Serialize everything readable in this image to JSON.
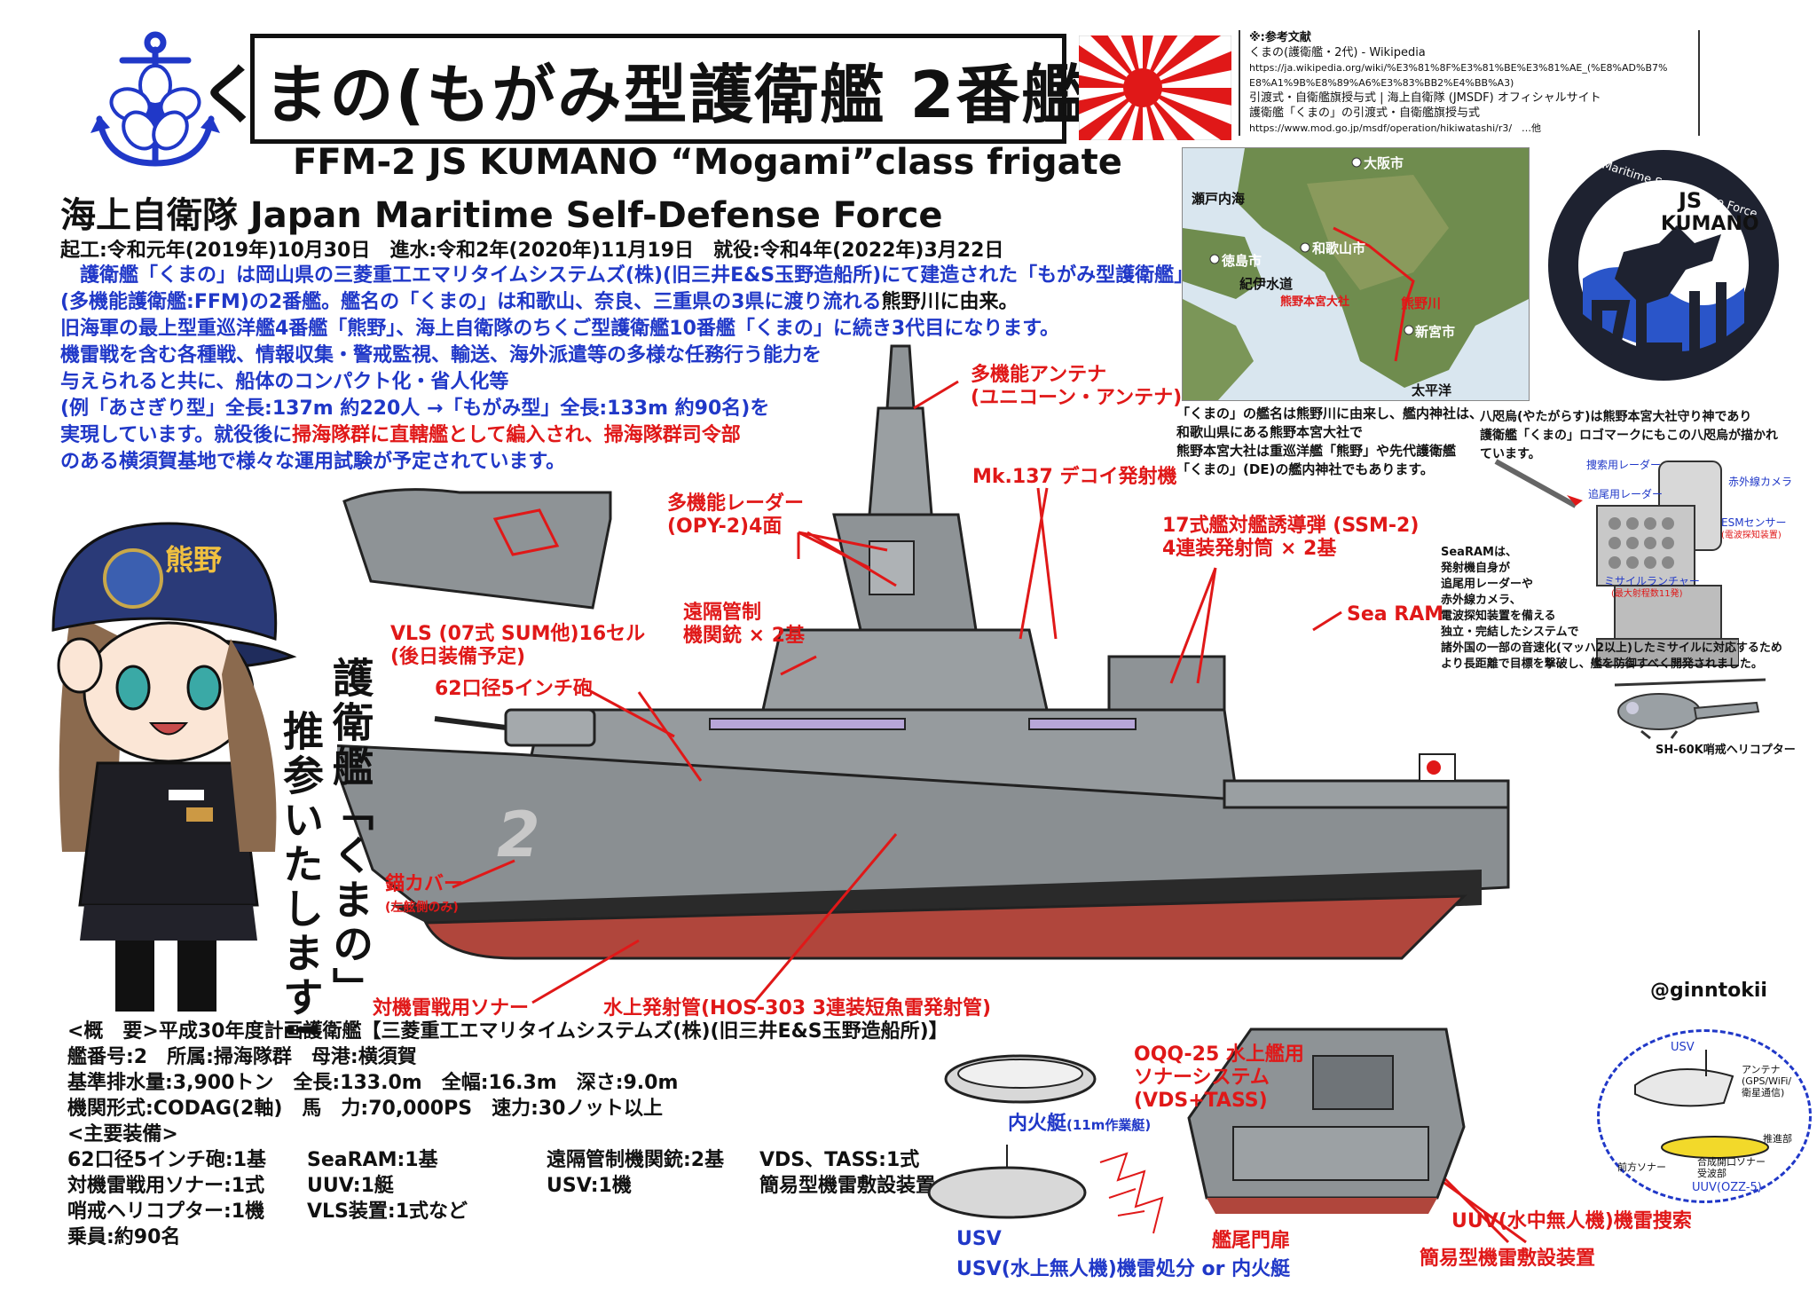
{
  "title": "くまの(もがみ型護衛艦 2番艦)",
  "subtitle_en": "FFM-2 JS KUMANO “Mogami”class frigate",
  "subtitle_force": "海上自衛隊 Japan Maritime Self-Defense Force",
  "dates": "起工:令和元年(2019年)10月30日　進水:令和2年(2020年)11月19日　就役:令和4年(2022年)3月22日",
  "intro": [
    "　護衛艦「くまの」は岡山県の三菱重工エマリタイムシステムズ(株)(旧三井E&S玉野造船所)にて建造された「もがみ型護衛艦」",
    "(多機能護衛艦:FFM)の2番艦。艦名の「くまの」は和歌山、奈良、三重県の3県に渡り流れる",
    "旧海軍の最上型重巡洋艦4番艦「熊野」、海上自衛隊のちくご型護衛艦10番艦「くまの」に続き3代目になります。",
    "機雷戦を含む各種戦、情報収集・警戒監視、輸送、海外派遣等の多様な任務行う能力を",
    "与えられると共に、船体のコンパクト化・省人化等",
    "(例「あさぎり型」全長:137m 約220人 →「もがみ型」全長:133m 約90名)を",
    "実現しています。就役後に",
    "のある横須賀基地で様々な運用試験が予定されています。"
  ],
  "intro_river": "熊野川に由来。",
  "intro_line7_red": "掃海隊群に直轄艦として編入され、掃海隊群司令部",
  "refs": [
    "※:参考文献",
    "くまの(護衛艦・2代) - Wikipedia",
    "https://ja.wikipedia.org/wiki/%E3%81%8F%E3%81%BE%E3%81%AE_(%E8%AD%B7%",
    "E8%A1%9B%E8%89%A6%E3%83%BB2%E4%BB%A3)",
    "引渡式・自衛艦旗授与式 | 海上自衛隊 (JMSDF) オフィシャルサイト",
    "護衛艦「くまの」の引渡式・自衛艦旗授与式",
    "https://www.mod.go.jp/msdf/operation/hikiwatashi/r3/　…他"
  ],
  "map": {
    "labels": [
      "瀬戸内海",
      "大阪市",
      "和歌山市",
      "徳島市",
      "紀伊水道",
      "熊野本宮大社",
      "熊野川",
      "新宮市",
      "太平洋"
    ]
  },
  "map_note": [
    "「くまの」の艦名は熊野川に由来し、艦内神社は、",
    "和歌山県にある熊野本宮大社で",
    "熊野本宮大社は重巡洋艦「熊野」や先代護衛艦",
    "「くまの」(DE)の艦内神社でもあります。"
  ],
  "emblem": {
    "ring_text": "Japan Maritime Self-Defense Force",
    "name1": "JS",
    "name2": "KUMANO"
  },
  "emblem_note": [
    "八咫烏(やたがらす)は熊野本宮大社守り神であり",
    "護衛艦「くまの」ロゴマークにもこの八咫烏が描かれ",
    "ています。"
  ],
  "searam": {
    "parts": [
      "捜索用レーダー",
      "追尾用レーダー",
      "赤外線カメラ",
      "ESMセンサー",
      "ミサイルランチャー"
    ],
    "parts_sub": [
      "(電波探知装置)",
      "(最大射程数11発)"
    ],
    "desc": [
      "SeaRAMは、",
      "発射機自身が",
      "追尾用レーダーや",
      "赤外線カメラ、",
      "電波探知装置を備える",
      "独立・完結したシステムで",
      "諸外国の一部の音速化(マッハ2以上)したミサイルに対応するため",
      "より長距離で目標を撃破し、艦を防御すべく開発されました。"
    ],
    "heli": "SH-60K哨戒ヘリコプター"
  },
  "callouts": {
    "antenna": [
      "多機能アンテナ",
      "(ユニコーン・アンテナ)"
    ],
    "decoy": "Mk.137 デコイ発射機",
    "radar": [
      "多機能レーダー",
      "(OPY-2)4面"
    ],
    "ssm": [
      "17式艦対艦誘導弾 (SSM-2)",
      "4連装発射筒 × 2基"
    ],
    "rws": [
      "遠隔管制",
      "機関銃 × 2基"
    ],
    "searam": "Sea RAM",
    "vls": [
      "VLS (07式 SUM他)16セル",
      "(後日装備予定)"
    ],
    "gun": "62口径5インチ砲",
    "anchor": "錨カバー",
    "anchor_sub": "(左舷側のみ)",
    "sonar": "対機雷戦用ソナー",
    "torpedo": "水上発射管(HOS-303 3連装短魚雷発射管)",
    "hull_number": "2"
  },
  "cap_text": "熊野",
  "vertical_text": [
    "護衛艦「くまの」",
    "推参いたします!"
  ],
  "signature": "@ginntokii",
  "overview": {
    "line1": "<概　要>平成30年度計画護衛艦【三菱重工エマリタイムシステムズ(株)(旧三井E&S玉野造船所)】",
    "line2": "艦番号:2　所属:掃海隊群　母港:横須賀",
    "line3": "基準排水量:3,900トン　全長:133.0m　全幅:16.3m　深さ:9.0m",
    "line4": "機関形式:CODAG(2軸)　馬　力:70,000PS　速力:30ノット以上",
    "line5": "<主要装備>",
    "equip": [
      "62口径5インチ砲:1基",
      "SeaRAM:1基",
      "遠隔管制機関銃:2基",
      "VDS、TASS:1式",
      "対機雷戦用ソナー:1式",
      "UUV:1艇",
      "USV:1機",
      "簡易型機雷敷設装置:1式",
      "哨戒ヘリコプター:1機",
      "VLS装置:1式など",
      "",
      ""
    ],
    "crew": "乗員:約90名"
  },
  "bottom": {
    "boat": "内火艇",
    "boat_sub": "(11m作業艇)",
    "oqq": [
      "OQQ-25 水上艦用",
      "ソナーシステム",
      "(VDS+TASS)"
    ],
    "usv_small": "USV",
    "usv_line": "USV(水上無人機)機雷処分 or 内火艇",
    "stern": "艦尾門扉",
    "mine": "簡易型機雷敷設装置",
    "uuv_search": "UUV(水中無人機)機雷捜索",
    "bubble": {
      "usv": "USV",
      "antenna": [
        "アンテナ",
        "(GPS/WiFi/",
        "衛星通信)"
      ],
      "thruster": "推進部",
      "sonar_front": "前方ソナー",
      "sas": [
        "合成開口ソナー",
        "受波部"
      ],
      "uuv": "UUV(OZZ-5)"
    }
  },
  "colors": {
    "accent_blue": "#2038c8",
    "accent_red": "#e01818",
    "hull_gray": "#8a8f92",
    "hull_red": "#b0463c"
  }
}
